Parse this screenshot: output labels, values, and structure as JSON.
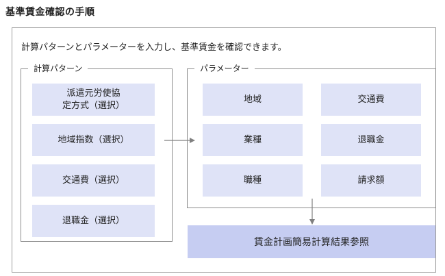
{
  "title": "基準賃金確認の手順",
  "intro": "計算パターンとパラメーターを入力し、基準賃金を確認できます。",
  "left_group": {
    "legend": "計算パターン",
    "items": [
      "派遣元労使協定方式（選択）",
      "地域指数（選択）",
      "交通費（選択）",
      "退職金（選択）"
    ]
  },
  "right_group": {
    "legend": "パラメーター",
    "items": [
      "地域",
      "交通費",
      "業種",
      "退職金",
      "職種",
      "請求額"
    ]
  },
  "result_label": "賃金計画簡易計算結果参照",
  "colors": {
    "box": "#dfe3f7",
    "result": "#c6cdf2",
    "border": "#8a8a8a"
  }
}
